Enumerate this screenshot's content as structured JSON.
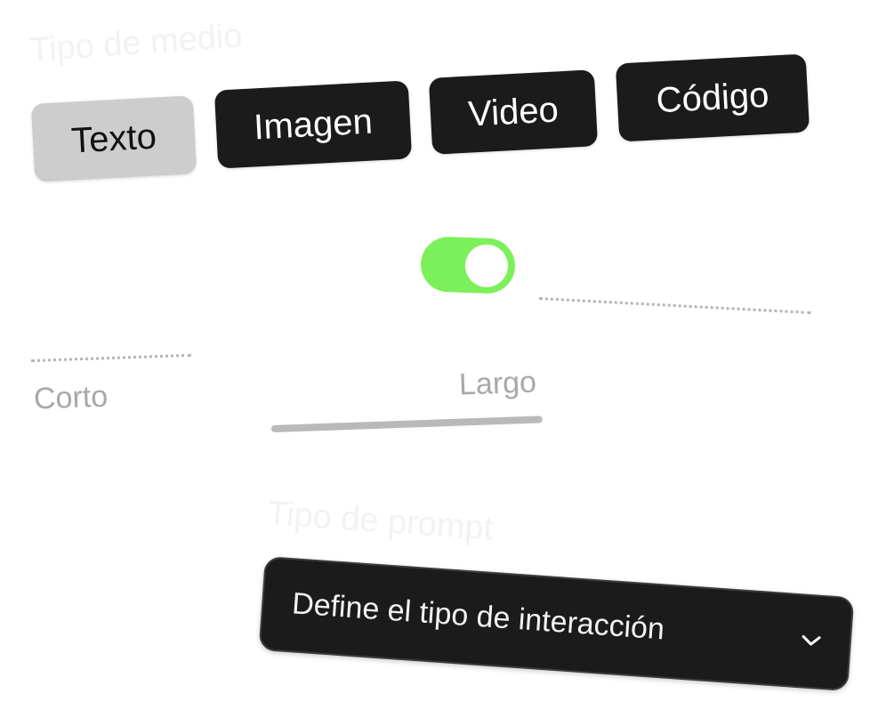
{
  "media_section": {
    "title": "Tipo de medio",
    "options": [
      {
        "label": "Texto",
        "selected": true
      },
      {
        "label": "Imagen",
        "selected": false
      },
      {
        "label": "Video",
        "selected": false
      },
      {
        "label": "Código",
        "selected": false
      }
    ]
  },
  "length_control": {
    "toggle_on": true,
    "min_label": "Corto",
    "max_label": "Largo"
  },
  "prompt_section": {
    "title": "Tipo de prompt",
    "dropdown_value": "Define el tipo de interacción",
    "dropdown_icon": "chevron-down-icon"
  },
  "colors": {
    "selected_chip": "#cdcdcd",
    "dark_chip": "#1b1b1b",
    "toggle_on": "#7cf05a",
    "muted_label": "#a8a8a8"
  }
}
